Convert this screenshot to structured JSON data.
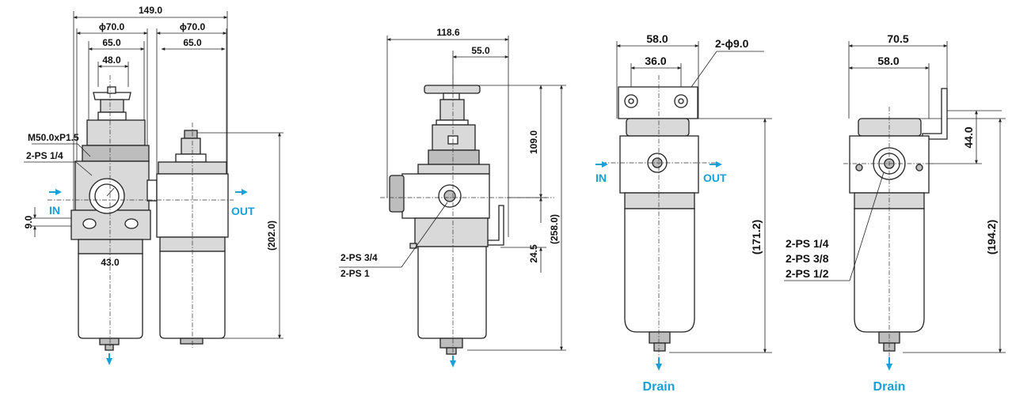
{
  "view1": {
    "dim_overall_width": "149.0",
    "dim_bowl1_dia": "ϕ70.0",
    "dim_bowl2_dia": "ϕ70.0",
    "dim_body1_width": "65.0",
    "dim_body2_width": "65.0",
    "dim_cap_width": "48.0",
    "dim_bracket_holes": "43.0",
    "dim_port_offset": "9.0",
    "dim_height": "(202.0)",
    "thread_label": "M50.0xP1.5",
    "port_label": "2-PS 1/4",
    "in_label": "IN",
    "out_label": "OUT"
  },
  "view2": {
    "dim_overall_width": "118.6",
    "dim_knob_offset": "55.0",
    "dim_top_height": "109.0",
    "dim_bracket_height": "24.5",
    "dim_total_height": "(258.0)",
    "port_label_1": "2-PS 3/4",
    "port_label_2": "2-PS 1"
  },
  "view3": {
    "dim_bracket_width": "58.0",
    "dim_hole_spacing": "36.0",
    "hole_label": "2-ϕ9.0",
    "dim_height": "(171.2)",
    "in_label": "IN",
    "out_label": "OUT",
    "drain_label": "Drain"
  },
  "view4": {
    "dim_overall_width": "70.5",
    "dim_body_width": "58.0",
    "dim_bracket_height": "44.0",
    "dim_height": "(194.2)",
    "port_label_1": "2-PS 1/4",
    "port_label_2": "2-PS  3/8",
    "port_label_3": "2-PS 1/2",
    "drain_label": "Drain"
  }
}
